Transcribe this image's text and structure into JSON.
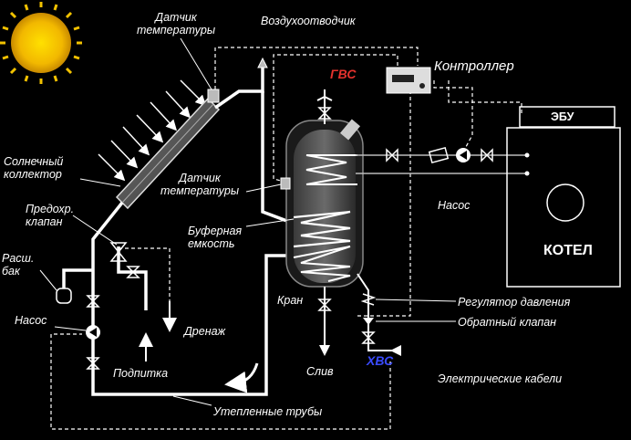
{
  "labels": {
    "sensor_top": "Датчик\nтемпературы",
    "air_vent": "Воздухоотводчик",
    "hot_water": "ГВС",
    "controller": "Контроллер",
    "ebu": "ЭБУ",
    "collector": "Солнечный\nколлектор",
    "sensor_tank": "Датчик\nтемпературы",
    "safety_valve": "Предохр.\nклапан",
    "pump_right": "Насос",
    "buffer": "Буферная\nемкость",
    "boiler": "КОТЕЛ",
    "expansion": "Расш.\nбак",
    "valve": "Кран",
    "pressure_reg": "Регулятор давления",
    "pump_left": "Насос",
    "check_valve": "Обратный клапан",
    "drain": "Дренаж",
    "cold_water": "ХВС",
    "makeup": "Подпитка",
    "outlet": "Слив",
    "cables": "Электрические кабели",
    "pipes": "Утепленные трубы"
  },
  "colors": {
    "hot": "#e5322d",
    "cold": "#3a4bff",
    "sun": "#f2c200"
  }
}
